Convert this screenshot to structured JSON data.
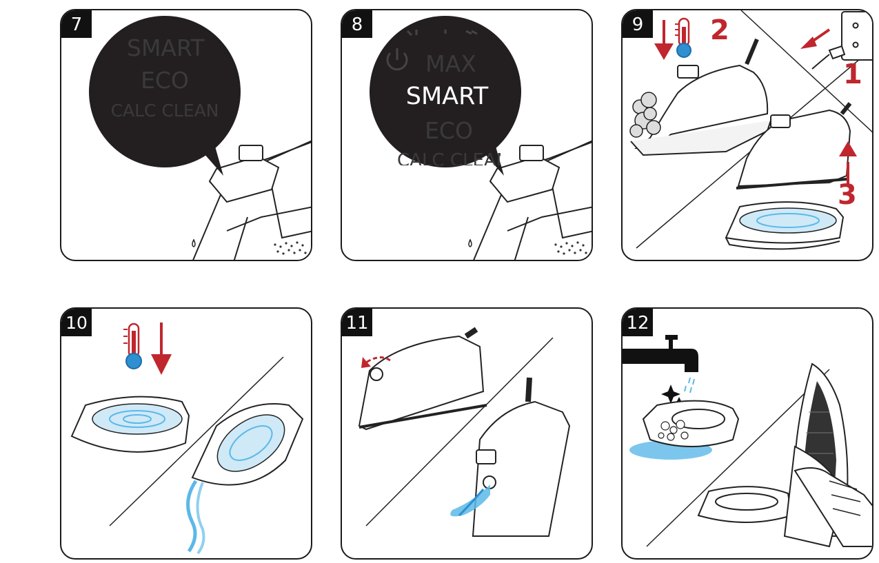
{
  "steps": [
    {
      "id": "7",
      "display": {
        "items": [
          "SMART",
          "ECO",
          "CALC CLEAN"
        ],
        "active": ""
      }
    },
    {
      "id": "8",
      "display": {
        "items": [
          "MAX",
          "SMART",
          "ECO",
          "CALC CLEAN"
        ],
        "active": "SMART"
      }
    },
    {
      "id": "9",
      "callouts": [
        "2",
        "1",
        "3"
      ]
    },
    {
      "id": "10"
    },
    {
      "id": "11"
    },
    {
      "id": "12"
    }
  ],
  "icons": [
    "thermometer-icon",
    "down-arrow-icon",
    "up-arrow-icon",
    "wall-socket-icon",
    "power-icon",
    "faucet-icon",
    "sparkle-icon"
  ],
  "colors": {
    "accent_red": "#c0262d",
    "water_blue": "#5bb8e8",
    "thermo_blue": "#2e8fd1",
    "outline": "#1a1a1a"
  }
}
